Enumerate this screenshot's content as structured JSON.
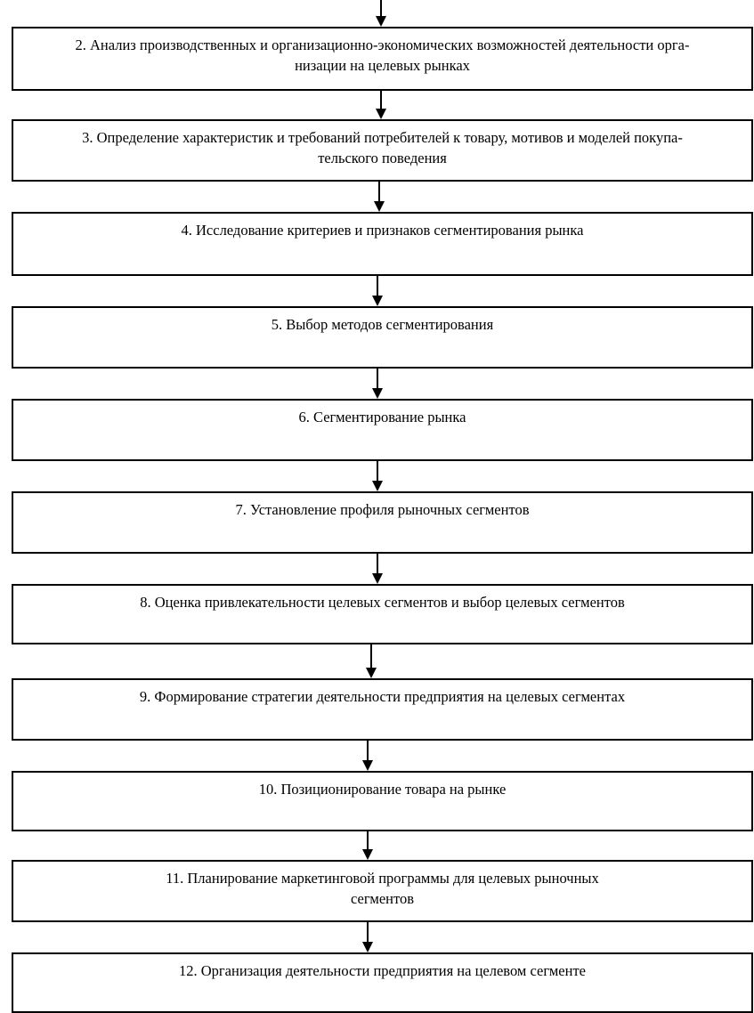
{
  "steps": [
    {
      "number": "2",
      "label": "2. Анализ производственных и организационно-экономических возможностей деятельности орга-\nнизации на целевых рынках"
    },
    {
      "number": "3",
      "label": "3. Определение характеристик и требований потребителей к товару, мотивов и моделей покупа-\nтельского поведения"
    },
    {
      "number": "4",
      "label": "4. Исследование критериев и признаков сегментирования рынка"
    },
    {
      "number": "5",
      "label": "5. Выбор методов сегментирования"
    },
    {
      "number": "6",
      "label": "6. Сегментирование рынка"
    },
    {
      "number": "7",
      "label": "7. Установление профиля рыночных сегментов"
    },
    {
      "number": "8",
      "label": "8. Оценка привлекательности целевых сегментов и выбор целевых сегментов"
    },
    {
      "number": "9",
      "label": "9. Формирование стратегии деятельности предприятия на целевых сегментах"
    },
    {
      "number": "10",
      "label": "10. Позиционирование товара на рынке"
    },
    {
      "number": "11",
      "label": "11. Планирование маркетинговой программы для целевых рыночных\nсегментов"
    },
    {
      "number": "12",
      "label": "12. Организация деятельности предприятия на целевом сегменте"
    }
  ]
}
